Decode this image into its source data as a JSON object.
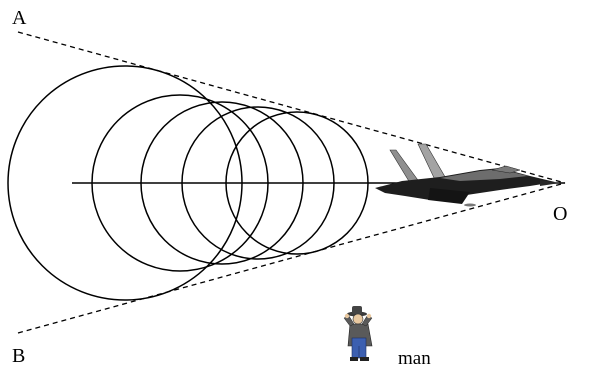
{
  "labels": {
    "point_a": "A",
    "point_b": "B",
    "point_o": "O",
    "man": "man"
  },
  "colors": {
    "ink": "#000000",
    "jet_body": "#1a1a1a",
    "jet_tail": "#9a9a9a",
    "man_shirt": "#3c5fb0",
    "man_coat": "#5a5a5a",
    "man_skin": "#e8c8a0"
  },
  "icons": {
    "aircraft": "fighter-jet-icon",
    "observer": "man-icon"
  }
}
